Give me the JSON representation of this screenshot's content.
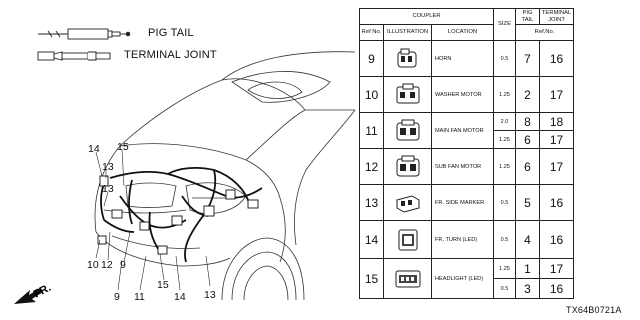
{
  "legend": {
    "pig_tail": "PIG TAIL",
    "terminal_joint": "TERMINAL JOINT"
  },
  "callouts": [
    "14",
    "13",
    "15",
    "13",
    "12",
    "10",
    "9",
    "9",
    "11",
    "15",
    "14",
    "13"
  ],
  "direction_label": "FR.",
  "table": {
    "header_coupler": "COUPLER",
    "header_ref_no": "Ref No.",
    "header_illustration": "ILLUSTRATION",
    "header_location": "LOCATION",
    "header_size": "SIZE",
    "header_pig_tail": "PIG TAIL",
    "header_terminal_joint": "TERMINAL JOINT",
    "header_ref_no2": "Ref.No.",
    "rows": [
      {
        "ref": "9",
        "location": "HORN",
        "entries": [
          {
            "size": "0.5",
            "pig": "7",
            "term": "16"
          }
        ]
      },
      {
        "ref": "10",
        "location": "WASHER MOTOR",
        "entries": [
          {
            "size": "1.25",
            "pig": "2",
            "term": "17"
          }
        ]
      },
      {
        "ref": "11",
        "location": "MAIN FAN MOTOR",
        "entries": [
          {
            "size": "2.0",
            "pig": "8",
            "term": "18"
          },
          {
            "size": "1.25",
            "pig": "6",
            "term": "17"
          }
        ]
      },
      {
        "ref": "12",
        "location": "SUB FAN MOTOR",
        "entries": [
          {
            "size": "1.25",
            "pig": "6",
            "term": "17"
          }
        ]
      },
      {
        "ref": "13",
        "location": "FR. SIDE MARKER",
        "entries": [
          {
            "size": "0.5",
            "pig": "5",
            "term": "16"
          }
        ]
      },
      {
        "ref": "14",
        "location": "FR. TURN (LED)",
        "entries": [
          {
            "size": "0.5",
            "pig": "4",
            "term": "16"
          }
        ]
      },
      {
        "ref": "15",
        "location": "HEADLIGHT (LED)",
        "entries": [
          {
            "size": "1.25",
            "pig": "1",
            "term": "17"
          },
          {
            "size": "0.5",
            "pig": "3",
            "term": "16"
          }
        ]
      }
    ]
  },
  "diagram_code": "TX64B0721A"
}
